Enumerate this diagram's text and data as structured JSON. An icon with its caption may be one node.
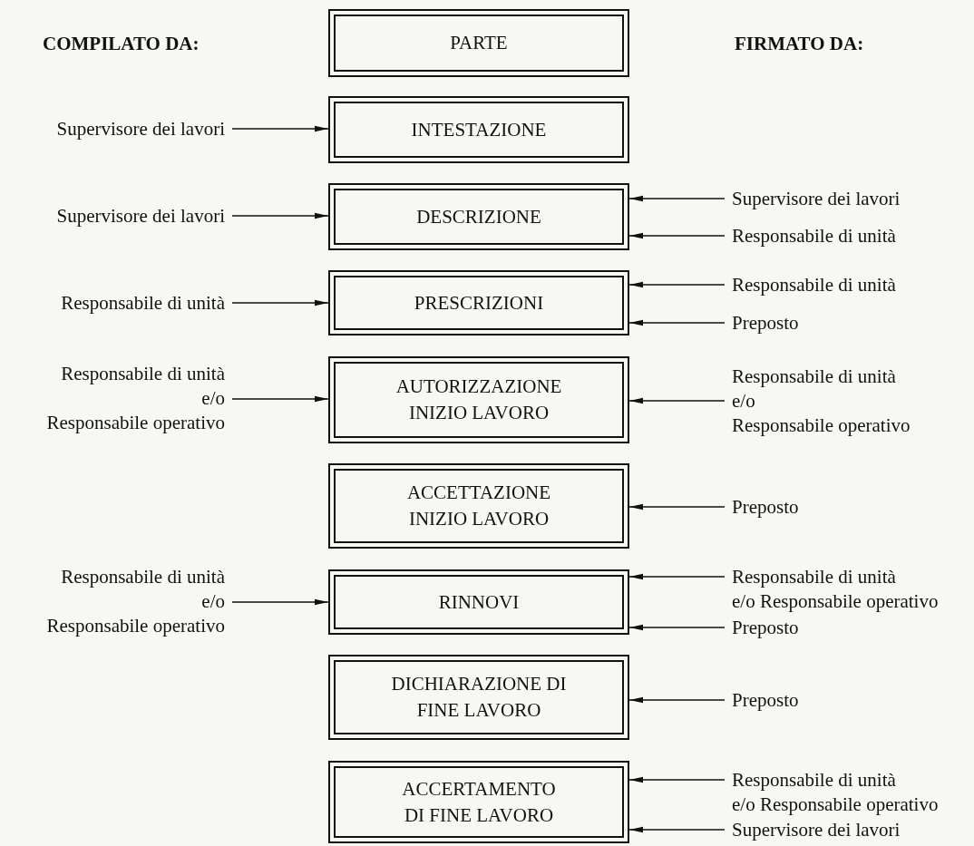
{
  "diagram": {
    "nodes": [
      {
        "text": [
          "PARTE"
        ]
      },
      {
        "text": [
          "INTESTAZIONE"
        ]
      },
      {
        "text": [
          "DESCRIZIONE"
        ]
      },
      {
        "text": [
          "PRESCRIZIONI"
        ]
      },
      {
        "text": [
          "AUTORIZZAZIONE INIZIO LAVORO"
        ]
      },
      {
        "text": [
          "ACCETTAZIONE INIZIO LAVORO"
        ]
      },
      {
        "text": [
          "RINNOVI"
        ]
      },
      {
        "text": [
          "DICHIARAZIONE DI FINE LAVORO"
        ]
      },
      {
        "text": [
          "ACCERTAMENTO DI FINE LAVORO"
        ]
      },
      {
        "text": [
          "Supervisore dei lavori"
        ]
      },
      {
        "text": [
          "Supervisore dei lavori"
        ]
      },
      {
        "text": [
          "Responsabile di unità"
        ]
      },
      {
        "text": [
          "Responsabile di unità",
          "e/o",
          "Responsabile operativo"
        ]
      },
      {
        "text": [
          "Responsabile di unità",
          "e/o",
          "Responsabile operativo"
        ]
      },
      {
        "text": [
          "Supervisore dei lavori"
        ]
      },
      {
        "text": [
          "Responsabile di unità"
        ]
      },
      {
        "text": [
          "Responsabile di unità"
        ]
      },
      {
        "text": [
          "Preposto"
        ]
      },
      {
        "text": [
          "Responsabile di unità",
          "e/o",
          "Responsabile operativo"
        ]
      },
      {
        "text": [
          "Preposto"
        ]
      },
      {
        "text": [
          "Responsabile di unità",
          "e/o Responsabile operativo"
        ]
      },
      {
        "text": [
          "Preposto"
        ]
      },
      {
        "text": [
          "Preposto"
        ]
      },
      {
        "text": [
          "Responsabile di unità",
          "e/o Responsabile operativo"
        ]
      },
      {
        "text": [
          "Supervisore dei lavori"
        ]
      }
    ],
    "edges": [
      {
        "from": 9,
        "to": 1,
        "arrow": "to"
      },
      {
        "from": 10,
        "to": 2,
        "arrow": "to"
      },
      {
        "from": 11,
        "to": 3,
        "arrow": "to"
      },
      {
        "from": 12,
        "to": 4,
        "arrow": "to"
      },
      {
        "from": 13,
        "to": 6,
        "arrow": "to"
      },
      {
        "from": 14,
        "to": 2,
        "arrow": "to"
      },
      {
        "from": 15,
        "to": 2,
        "arrow": "to"
      },
      {
        "from": 16,
        "to": 3,
        "arrow": "to"
      },
      {
        "from": 17,
        "to": 3,
        "arrow": "to"
      },
      {
        "from": 18,
        "to": 4,
        "arrow": "to"
      },
      {
        "from": 19,
        "to": 5,
        "arrow": "to"
      },
      {
        "from": 20,
        "to": 6,
        "arrow": "to"
      },
      {
        "from": 21,
        "to": 6,
        "arrow": "to"
      },
      {
        "from": 22,
        "to": 7,
        "arrow": "to"
      },
      {
        "from": 23,
        "to": 8,
        "arrow": "to"
      },
      {
        "from": 24,
        "to": 8,
        "arrow": "to"
      }
    ],
    "labels": [
      "COMPILATO DA:",
      "FIRMATO DA:"
    ]
  }
}
